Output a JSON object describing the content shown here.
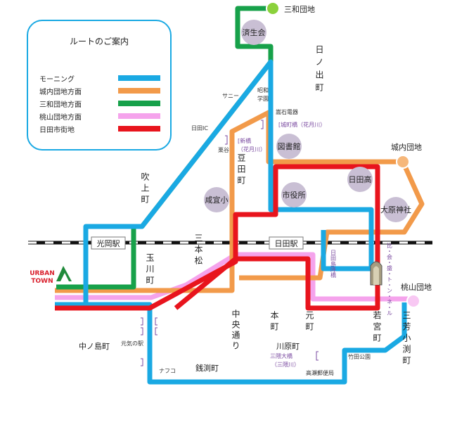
{
  "legend": {
    "title": "ルートのご案内",
    "items": [
      {
        "label": "モーニング",
        "color": "#1aa9e3"
      },
      {
        "label": "城内団地方面",
        "color": "#f29a4a"
      },
      {
        "label": "三和団地方面",
        "color": "#17a14a"
      },
      {
        "label": "桃山団地方面",
        "color": "#f5a3ec"
      },
      {
        "label": "日田市街地",
        "color": "#e8141d"
      }
    ]
  },
  "stations": {
    "koka": "光岡駅",
    "hita": "日田駅"
  },
  "termini": {
    "sanwa": "三和団地",
    "jonai": "城内団地",
    "momoyama": "桃山団地"
  },
  "pois": {
    "saiseikai": "済生会",
    "toshokan": "図書館",
    "shiyakusho": "市役所",
    "hitako": "日田高",
    "ohara": "大原神社",
    "gigiyama": "咸宜小"
  },
  "vertical_labels": {
    "hinode": "日ノ出町",
    "fukiage": "吹上町",
    "tamagawa": "玉川町",
    "sanbonmatsu": "三本松",
    "mameda": "豆田町",
    "chuodori": "中央通り",
    "honmachi": "本町",
    "motomachi": "元町",
    "wakamiya": "若宮町",
    "mikuma": "三芳小渕町"
  },
  "horizontal_labels": {
    "nakanoshima": "中ノ島町",
    "zenibuchi": "銭渕町",
    "kawaharamachi": "川原町"
  },
  "small_labels": {
    "sunny": "サニー",
    "showa": "昭和",
    "gakuen": "学園",
    "hitaic": "日田IC",
    "takeishi": "嵩石電器",
    "jomachibashi": "[城町橋（花月川）",
    "shinbashi": "[新橋",
    "kagetsugawa1": "（花月川）",
    "kuriyama": "栗谷",
    "shimaminami": "日田島降橋",
    "hikoyama_tunnel": "比・会・盛・ト・ン・ネ・ル",
    "genkinoeki": "元気の駅",
    "nafuko": "ナフコ",
    "mikumaohashi": "三隈大橋",
    "mikumagawa": "（三隈川）",
    "takeda_park": "竹田公園",
    "post_office": "高瀬郵便局"
  },
  "brand": {
    "top": "URBAN",
    "bottom": "TOWN"
  }
}
